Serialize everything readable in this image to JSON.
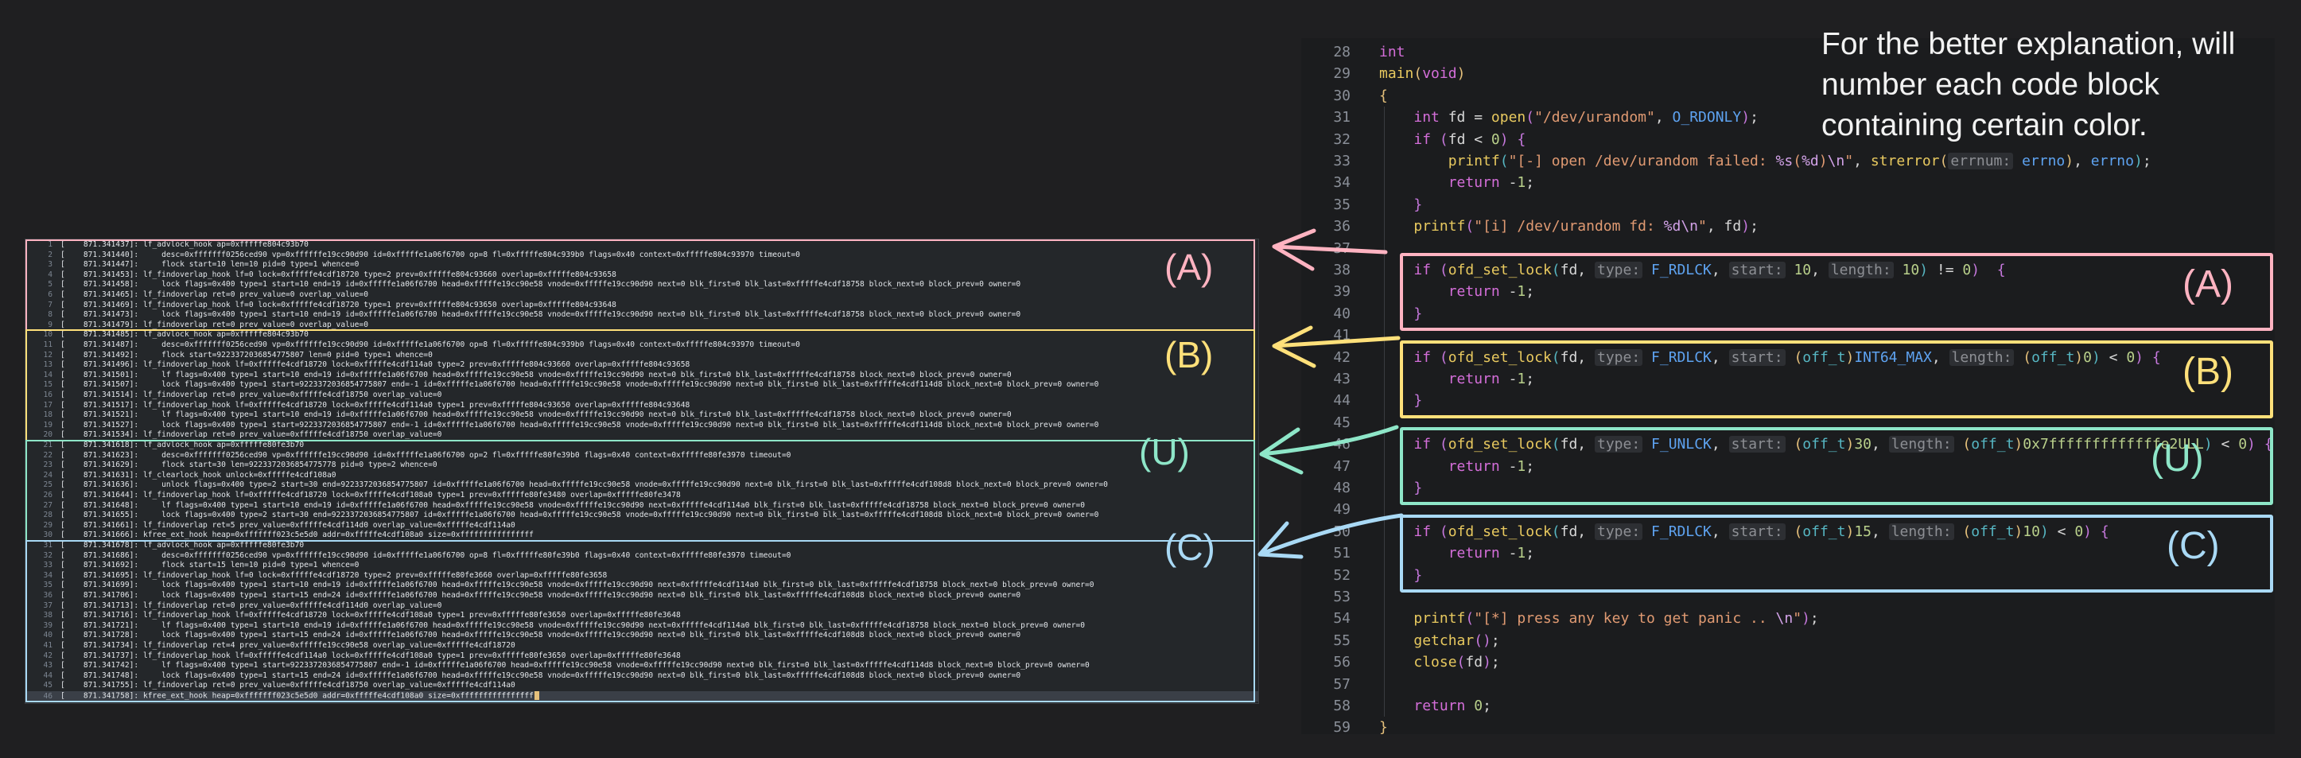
{
  "colors": {
    "pink": "#ffb3c1",
    "yellow": "#ffe07a",
    "teal": "#8ee6c8",
    "blue": "#a9d9f5"
  },
  "note": "For the better explanation, will number each code block containing certain color.",
  "log": {
    "lines": [
      {
        "n": "1",
        "t": "[    871.341437]: lf_advlock_hook ap=0xfffffe804c93b70"
      },
      {
        "n": "2",
        "t": "[    871.341440]:     desc=0xfffffff0256ced90 vp=0xffffffe19cc90d90 id=0xfffffe1a06f6700 op=8 fl=0xfffffe804c939b0 flags=0x40 context=0xfffffe804c93970 timeout=0"
      },
      {
        "n": "3",
        "t": "[    871.341447]:     flock start=10 len=10 pid=0 type=1 whence=0"
      },
      {
        "n": "4",
        "t": "[    871.341453]: lf_findoverlap_hook lf=0 lock=0xfffffe4cdf18720 type=2 prev=0xfffffe804c93660 overlap=0xfffffe804c93658"
      },
      {
        "n": "5",
        "t": "[    871.341458]:     lock flags=0x400 type=1 start=10 end=19 id=0xfffffe1a06f6700 head=0xfffffe19cc90e58 vnode=0xfffffe19cc90d90 next=0 blk_first=0 blk_last=0xfffffe4cdf18758 block_next=0 block_prev=0 owner=0"
      },
      {
        "n": "6",
        "t": "[    871.341465]: lf_findoverlap ret=0 prev_value=0 overlap_value=0"
      },
      {
        "n": "7",
        "t": "[    871.341469]: lf_findoverlap_hook lf=0 lock=0xfffffe4cdf18720 type=1 prev=0xfffffe804c93650 overlap=0xfffffe804c93648"
      },
      {
        "n": "8",
        "t": "[    871.341473]:     lock flags=0x400 type=1 start=10 end=19 id=0xfffffe1a06f6700 head=0xfffffe19cc90e58 vnode=0xfffffe19cc90d90 next=0 blk_first=0 blk_last=0xfffffe4cdf18758 block_next=0 block_prev=0 owner=0"
      },
      {
        "n": "9",
        "t": "[    871.341479]: lf_findoverlap ret=0 prev_value=0 overlap_value=0"
      },
      {
        "n": "10",
        "t": "[    871.341485]: lf_advlock_hook ap=0xfffffe804c93b70"
      },
      {
        "n": "11",
        "t": "[    871.341487]:     desc=0xfffffff0256ced90 vp=0xffffffe19cc90d90 id=0xfffffe1a06f6700 op=8 fl=0xfffffe804c939b0 flags=0x40 context=0xfffffe804c93970 timeout=0"
      },
      {
        "n": "12",
        "t": "[    871.341492]:     flock start=9223372036854775807 len=0 pid=0 type=1 whence=0"
      },
      {
        "n": "13",
        "t": "[    871.341496]: lf_findoverlap_hook lf=0xfffffe4cdf18720 lock=0xfffffe4cdf114a0 type=2 prev=0xfffffe804c93660 overlap=0xfffffe804c93658"
      },
      {
        "n": "14",
        "t": "[    871.341501]:     lf flags=0x400 type=1 start=10 end=19 id=0xfffffe1a06f6700 head=0xfffffe19cc90e58 vnode=0xfffffe19cc90d90 next=0 blk_first=0 blk_last=0xfffffe4cdf18758 block_next=0 block_prev=0 owner=0"
      },
      {
        "n": "15",
        "t": "[    871.341507]:     lock flags=0x400 type=1 start=9223372036854775807 end=-1 id=0xfffffe1a06f6700 head=0xfffffe19cc90e58 vnode=0xfffffe19cc90d90 next=0 blk_first=0 blk_last=0xfffffe4cdf114d8 block_next=0 block_prev=0 owner=0"
      },
      {
        "n": "16",
        "t": "[    871.341514]: lf_findoverlap ret=0 prev_value=0xfffffe4cdf18750 overlap_value=0"
      },
      {
        "n": "17",
        "t": "[    871.341517]: lf_findoverlap_hook lf=0xfffffe4cdf18720 lock=0xfffffe4cdf114a0 type=1 prev=0xfffffe804c93650 overlap=0xfffffe804c93648"
      },
      {
        "n": "18",
        "t": "[    871.341521]:     lf flags=0x400 type=1 start=10 end=19 id=0xfffffe1a06f6700 head=0xfffffe19cc90e58 vnode=0xfffffe19cc90d90 next=0 blk_first=0 blk_last=0xfffffe4cdf18758 block_next=0 block_prev=0 owner=0"
      },
      {
        "n": "19",
        "t": "[    871.341527]:     lock flags=0x400 type=1 start=9223372036854775807 end=-1 id=0xfffffe1a06f6700 head=0xfffffe19cc90e58 vnode=0xfffffe19cc90d90 next=0 blk_first=0 blk_last=0xfffffe4cdf114d8 block_next=0 block_prev=0 owner=0"
      },
      {
        "n": "20",
        "t": "[    871.341534]: lf_findoverlap ret=0 prev_value=0xfffffe4cdf18750 overlap_value=0"
      },
      {
        "n": "21",
        "t": "[    871.341618]: lf_advlock_hook ap=0xfffffe80fe3b70"
      },
      {
        "n": "22",
        "t": "[    871.341623]:     desc=0xfffffff0256ced90 vp=0xffffffe19cc90d90 id=0xfffffe1a06f6700 op=2 fl=0xfffffe80fe39b0 flags=0x40 context=0xfffffe80fe3970 timeout=0"
      },
      {
        "n": "23",
        "t": "[    871.341629]:     flock start=30 len=9223372036854775778 pid=0 type=2 whence=0"
      },
      {
        "n": "24",
        "t": "[    871.341631]: lf_clearlock_hook unlock=0xfffffe4cdf108a0"
      },
      {
        "n": "25",
        "t": "[    871.341636]:     unlock flags=0x400 type=2 start=30 end=9223372036854775807 id=0xfffffe1a06f6700 head=0xfffffe19cc90e58 vnode=0xfffffe19cc90d90 next=0 blk_first=0 blk_last=0xfffffe4cdf108d8 block_next=0 block_prev=0 owner=0"
      },
      {
        "n": "26",
        "t": "[    871.341644]: lf_findoverlap_hook lf=0xfffffe4cdf18720 lock=0xfffffe4cdf108a0 type=1 prev=0xfffffe80fe3480 overlap=0xfffffe80fe3478"
      },
      {
        "n": "27",
        "t": "[    871.341648]:     lf flags=0x400 type=1 start=10 end=19 id=0xfffffe1a06f6700 head=0xfffffe19cc90e58 vnode=0xfffffe19cc90d90 next=0xfffffe4cdf114a0 blk_first=0 blk_last=0xfffffe4cdf18758 block_next=0 block_prev=0 owner=0"
      },
      {
        "n": "28",
        "t": "[    871.341655]:     lock flags=0x400 type=2 start=30 end=9223372036854775807 id=0xfffffe1a06f6700 head=0xfffffe19cc90e58 vnode=0xfffffe19cc90d90 next=0 blk_first=0 blk_last=0xfffffe4cdf108d8 block_next=0 block_prev=0 owner=0"
      },
      {
        "n": "29",
        "t": "[    871.341661]: lf_findoverlap ret=5 prev_value=0xfffffe4cdf114d0 overlap_value=0xfffffe4cdf114a0"
      },
      {
        "n": "30",
        "t": "[    871.341666]: kfree_ext_hook heap=0xfffffff023c5e5d0 addr=0xfffffe4cdf108a0 size=0xffffffffffffffff"
      },
      {
        "n": "31",
        "t": "[    871.341678]: lf_advlock_hook ap=0xfffffe80fe3b70"
      },
      {
        "n": "32",
        "t": "[    871.341686]:     desc=0xfffffff0256ced90 vp=0xffffffe19cc90d90 id=0xfffffe1a06f6700 op=8 fl=0xfffffe80fe39b0 flags=0x40 context=0xfffffe80fe3970 timeout=0"
      },
      {
        "n": "33",
        "t": "[    871.341692]:     flock start=15 len=10 pid=0 type=1 whence=0"
      },
      {
        "n": "34",
        "t": "[    871.341695]: lf_findoverlap_hook lf=0 lock=0xfffffe4cdf18720 type=2 prev=0xfffffe80fe3660 overlap=0xfffffe80fe3658"
      },
      {
        "n": "35",
        "t": "[    871.341699]:     lock flags=0x400 type=1 start=10 end=19 id=0xfffffe1a06f6700 head=0xfffffe19cc90e58 vnode=0xfffffe19cc90d90 next=0xfffffe4cdf114a0 blk_first=0 blk_last=0xfffffe4cdf18758 block_next=0 block_prev=0 owner=0"
      },
      {
        "n": "36",
        "t": "[    871.341706]:     lock flags=0x400 type=1 start=15 end=24 id=0xfffffe1a06f6700 head=0xfffffe19cc90e58 vnode=0xfffffe19cc90d90 next=0 blk_first=0 blk_last=0xfffffe4cdf108d8 block_next=0 block_prev=0 owner=0"
      },
      {
        "n": "37",
        "t": "[    871.341713]: lf_findoverlap ret=0 prev_value=0xfffffe4cdf114d0 overlap_value=0"
      },
      {
        "n": "38",
        "t": "[    871.341716]: lf_findoverlap_hook lf=0xfffffe4cdf18720 lock=0xfffffe4cdf108a0 type=1 prev=0xfffffe80fe3650 overlap=0xfffffe80fe3648"
      },
      {
        "n": "39",
        "t": "[    871.341721]:     lf flags=0x400 type=1 start=10 end=19 id=0xfffffe1a06f6700 head=0xfffffe19cc90e58 vnode=0xfffffe19cc90d90 next=0xfffffe4cdf114a0 blk_first=0 blk_last=0xfffffe4cdf18758 block_next=0 block_prev=0 owner=0"
      },
      {
        "n": "40",
        "t": "[    871.341728]:     lock flags=0x400 type=1 start=15 end=24 id=0xfffffe1a06f6700 head=0xfffffe19cc90e58 vnode=0xfffffe19cc90d90 next=0 blk_first=0 blk_last=0xfffffe4cdf108d8 block_next=0 block_prev=0 owner=0"
      },
      {
        "n": "41",
        "t": "[    871.341734]: lf_findoverlap ret=4 prev_value=0xfffffe19cc90e58 overlap_value=0xfffffe4cdf18720"
      },
      {
        "n": "42",
        "t": "[    871.341737]: lf_findoverlap_hook lf=0xfffffe4cdf114a0 lock=0xfffffe4cdf108a0 type=1 prev=0xfffffe80fe3650 overlap=0xfffffe80fe3648"
      },
      {
        "n": "43",
        "t": "[    871.341742]:     lf flags=0x400 type=1 start=9223372036854775807 end=-1 id=0xfffffe1a06f6700 head=0xfffffe19cc90e58 vnode=0xfffffe19cc90d90 next=0 blk_first=0 blk_last=0xfffffe4cdf114d8 block_next=0 block_prev=0 owner=0"
      },
      {
        "n": "44",
        "t": "[    871.341748]:     lock flags=0x400 type=1 start=15 end=24 id=0xfffffe1a06f6700 head=0xfffffe19cc90e58 vnode=0xfffffe19cc90d90 next=0 blk_first=0 blk_last=0xfffffe4cdf108d8 block_next=0 block_prev=0 owner=0"
      },
      {
        "n": "45",
        "t": "[    871.341755]: lf_findoverlap ret=0 prev_value=0xfffffe4cdf18750 overlap_value=0xfffffe4cdf114a0"
      },
      {
        "n": "46",
        "t": "[    871.341758]: kfree_ext_hook heap=0xfffffff023c5e5d0 addr=0xfffffe4cdf108a0 size=0xffffffffffffffff"
      }
    ],
    "labels": {
      "a": "(A)",
      "b": "(B)",
      "u": "(U)",
      "c": "(C)"
    }
  },
  "code": {
    "labels": {
      "a": "(A)",
      "b": "(B)",
      "u": "(U)",
      "c": "(C)"
    },
    "lines": [
      {
        "n": "28",
        "html": "<span class=\"kw\">int</span>"
      },
      {
        "n": "29",
        "html": "<span class=\"fn\">main</span><span class=\"par\">(</span><span class=\"kw\">void</span><span class=\"par\">)</span>"
      },
      {
        "n": "30",
        "html": "<span class=\"par\">{</span>"
      },
      {
        "n": "31",
        "html": "    <span class=\"kw\">int</span> fd = <span class=\"fn\">open</span><span class=\"par2\">(</span><span class=\"str\">\"/dev/urandom\"</span>, <span class=\"const\">O_RDONLY</span><span class=\"par2\">)</span>;"
      },
      {
        "n": "32",
        "html": "    <span class=\"kw\">if</span> <span class=\"par2\">(</span>fd &lt; <span class=\"num\">0</span><span class=\"par2\">)</span> <span class=\"par2\">{</span>"
      },
      {
        "n": "33",
        "html": "        <span class=\"fn\">printf</span><span class=\"typ\">(</span><span class=\"str\">\"[-] open /dev/urandom failed: </span><span class=\"esc\">%s</span><span class=\"str\">(</span><span class=\"esc\">%d</span><span class=\"str\">)</span><span class=\"esc\">\\n</span><span class=\"str\">\"</span>, <span class=\"fn\">strerror</span><span class=\"par\">(</span><span class=\"hint\">errnum:</span> <span class=\"const\">errno</span><span class=\"par\">)</span>, <span class=\"const\">errno</span><span class=\"typ\">)</span>;"
      },
      {
        "n": "34",
        "html": "        <span class=\"kw\">return</span> -<span class=\"num\">1</span>;"
      },
      {
        "n": "35",
        "html": "    <span class=\"par2\">}</span>"
      },
      {
        "n": "36",
        "html": "    <span class=\"fn\">printf</span><span class=\"par2\">(</span><span class=\"str\">\"[i] /dev/urandom fd: </span><span class=\"esc\">%d\\n</span><span class=\"str\">\"</span>, fd<span class=\"par2\">)</span>;"
      },
      {
        "n": "37",
        "html": ""
      },
      {
        "n": "38",
        "html": "    <span class=\"kw\">if</span> <span class=\"par2\">(</span><span class=\"fn\">ofd_set_lock</span><span class=\"typ\">(</span>fd, <span class=\"hint\">type:</span> <span class=\"const\">F_RDLCK</span>, <span class=\"hint\">start:</span> <span class=\"num\">10</span>, <span class=\"hint\">length:</span> <span class=\"num\">10</span><span class=\"typ\">)</span> != <span class=\"num\">0</span><span class=\"par2\">)</span>  <span class=\"par2\">{</span>"
      },
      {
        "n": "39",
        "html": "        <span class=\"kw\">return</span> -<span class=\"num\">1</span>;"
      },
      {
        "n": "40",
        "html": "    <span class=\"par2\">}</span>"
      },
      {
        "n": "41",
        "html": ""
      },
      {
        "n": "42",
        "html": "    <span class=\"kw\">if</span> <span class=\"par2\">(</span><span class=\"fn\">ofd_set_lock</span><span class=\"typ\">(</span>fd, <span class=\"hint\">type:</span> <span class=\"const\">F_RDLCK</span>, <span class=\"hint\">start:</span> <span class=\"par\">(</span><span class=\"typ\">off_t</span><span class=\"par\">)</span><span class=\"const\">INT64_MAX</span>, <span class=\"hint\">length:</span> <span class=\"par\">(</span><span class=\"typ\">off_t</span><span class=\"par\">)</span><span class=\"num\">0</span><span class=\"typ\">)</span> &lt; <span class=\"num\">0</span><span class=\"par2\">)</span> <span class=\"par2\">{</span>"
      },
      {
        "n": "43",
        "html": "        <span class=\"kw\">return</span> -<span class=\"num\">1</span>;"
      },
      {
        "n": "44",
        "html": "    <span class=\"par2\">}</span>"
      },
      {
        "n": "45",
        "html": ""
      },
      {
        "n": "46",
        "html": "    <span class=\"kw\">if</span> <span class=\"par2\">(</span><span class=\"fn\">ofd_set_lock</span><span class=\"typ\">(</span>fd, <span class=\"hint\">type:</span> <span class=\"const\">F_UNLCK</span>, <span class=\"hint\">start:</span> <span class=\"par\">(</span><span class=\"typ\">off_t</span><span class=\"par\">)</span><span class=\"num\">30</span>, <span class=\"hint\">length:</span> <span class=\"par\">(</span><span class=\"typ\">off_t</span><span class=\"par\">)</span><span class=\"num\">0x7fffffffffffffe2ULL</span><span class=\"typ\">)</span> &lt; <span class=\"num\">0</span><span class=\"par2\">)</span> <span class=\"par2\">{</span>"
      },
      {
        "n": "47",
        "html": "        <span class=\"kw\">return</span> -<span class=\"num\">1</span>;"
      },
      {
        "n": "48",
        "html": "    <span class=\"par2\">}</span>"
      },
      {
        "n": "49",
        "html": ""
      },
      {
        "n": "50",
        "html": "    <span class=\"kw\">if</span> <span class=\"par2\">(</span><span class=\"fn\">ofd_set_lock</span><span class=\"typ\">(</span>fd, <span class=\"hint\">type:</span> <span class=\"const\">F_RDLCK</span>, <span class=\"hint\">start:</span> <span class=\"par\">(</span><span class=\"typ\">off_t</span><span class=\"par\">)</span><span class=\"num\">15</span>, <span class=\"hint\">length:</span> <span class=\"par\">(</span><span class=\"typ\">off_t</span><span class=\"par\">)</span><span class=\"num\">10</span><span class=\"typ\">)</span> &lt; <span class=\"num\">0</span><span class=\"par2\">)</span> <span class=\"par2\">{</span>"
      },
      {
        "n": "51",
        "html": "        <span class=\"kw\">return</span> -<span class=\"num\">1</span>;"
      },
      {
        "n": "52",
        "html": "    <span class=\"par2\">}</span>"
      },
      {
        "n": "53",
        "html": ""
      },
      {
        "n": "54",
        "html": "    <span class=\"fn\">printf</span><span class=\"par2\">(</span><span class=\"str\">\"[*] press any key to get panic .. </span><span class=\"esc\">\\n</span><span class=\"str\">\"</span><span class=\"par2\">)</span>;"
      },
      {
        "n": "55",
        "html": "    <span class=\"fn\">getchar</span><span class=\"par2\">()</span>;"
      },
      {
        "n": "56",
        "html": "    <span class=\"fn\">close</span><span class=\"par2\">(</span>fd<span class=\"par2\">)</span>;"
      },
      {
        "n": "57",
        "html": ""
      },
      {
        "n": "58",
        "html": "    <span class=\"kw\">return</span> <span class=\"num\">0</span>;"
      },
      {
        "n": "59",
        "html": "<span class=\"par\">}</span>"
      }
    ]
  }
}
